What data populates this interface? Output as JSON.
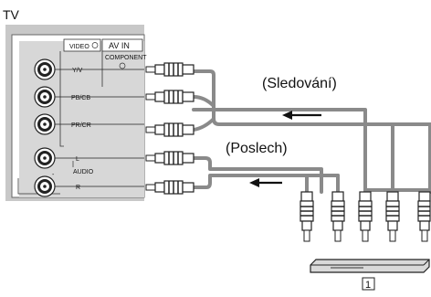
{
  "tv_label": "TV",
  "panel": {
    "video_in_label": "VIDEO",
    "av_in_label": "AV IN",
    "component_label": "COMPONENT",
    "ports": [
      {
        "name": "port-y",
        "label": "Y/V"
      },
      {
        "name": "port-pb",
        "label": "PB/CB"
      },
      {
        "name": "port-pr",
        "label": "PR/CR"
      },
      {
        "name": "port-l",
        "label": "L"
      },
      {
        "name": "port-r",
        "label": "R"
      }
    ],
    "audio_label": "AUDIO",
    "dash_label": "-"
  },
  "annotations": {
    "watching": "(Sledování)",
    "listening": "(Poslech)",
    "device_number": "1"
  }
}
